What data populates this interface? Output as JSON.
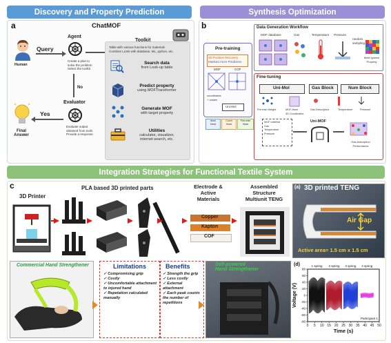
{
  "banners": {
    "a": "Discovery and Property Prediction",
    "b": "Synthesis Optimization",
    "c": "Integration Strategies for Functional Textile System"
  },
  "colors": {
    "blue_banner": "#5b9bd5",
    "purple_banner": "#9b8fd6",
    "green_banner": "#8cc27a",
    "accent_red": "#e01a1a"
  },
  "panel_a": {
    "letter": "a",
    "title": "ChatMOF",
    "agent": "Agent",
    "human": "Human",
    "query": "Query",
    "agent_notes": [
      "Create a plan to",
      "solve the problem",
      "Select the toolkit"
    ],
    "no": "No",
    "yes": "Yes",
    "evaluator": "Evaluator",
    "evaluator_notes": [
      "Evaluate output",
      "obtained from tools",
      "Provide a response"
    ],
    "final_answer": "Final\nAnswer",
    "toolkit": "Toolkit",
    "toolkit_notes": [
      "Table with various functions for materials",
      "Combine LLMs with database, ML, python, etc."
    ],
    "tools": [
      {
        "title": "Search data",
        "sub": "from Look-up table"
      },
      {
        "title": "Predict property",
        "sub": "using MOFTransformer"
      },
      {
        "title": "Generate MOF",
        "sub": "with target property"
      },
      {
        "title": "Utilities",
        "sub": "calculator, visualizer,\ninternet-search, etc."
      }
    ]
  },
  "panel_b": {
    "letter": "b",
    "data_gen": "Data Generation Workflow",
    "data_labels": [
      "MOF database",
      "Gas",
      "Temperature",
      "Pressure"
    ],
    "random_sampling": "random\nsampling",
    "multi_system": "Multi-system\nProperty",
    "pretraining": "Pre-training",
    "pretrain_items": [
      "3D Position Recovery",
      "Masked Atom Prediction"
    ],
    "mof": "MOF",
    "cof": "COF",
    "coordinates": "coordinates\n+ noises",
    "uni_mol_small": "Uni-Mol",
    "heads": [
      "Atom\nHead",
      "Coord\nHead",
      "Pair-wise\nHead"
    ],
    "finetuning": "Fine-tuning",
    "blocks": [
      "Uni-Mol",
      "Gas Block",
      "Num Block"
    ],
    "block_outputs": [
      "Pre-train Weight",
      "MOF Atom\n3D Coordinates",
      "Gas Descriptors",
      "Temperature",
      "Pressure"
    ],
    "mof_material": "MOF material\nGas\nTemperature\nPressure",
    "uni_mof": "Uni-MOF",
    "gas_perf": "Gas Adsorption\nPerformance"
  },
  "panel_c": {
    "letter": "c",
    "printer": "3D Printer",
    "pla": "PLA based 3D printed parts",
    "electrode": "Electrode &\nActive\nMaterials",
    "materials": [
      "Copper",
      "Kapton",
      "COF"
    ],
    "assembled": "Assembled\nStructure\nMultiunit TENG",
    "teng_tag": "(a)",
    "teng_title": "3D printed TENG",
    "air_gap": "Air Gap",
    "active_area": "Active area= 1.5 cm x 1.5 cm",
    "hand": "Commercial Hand Strengthener",
    "limitations_title": "Limitations",
    "limitations": [
      "Compromising grip",
      "Costly",
      "Uncomfortable attachment to injured hand",
      "Repetation calculated manually"
    ],
    "benefits_title": "Benefits",
    "benefits": [
      "Strength the grip",
      "Less costly",
      "External attachment",
      "Each peak counts the number of repetitions"
    ],
    "self_powered": "Self-powered\nHand Strengthener",
    "plot_tag": "(d)",
    "participant": "Participant 1"
  },
  "chart_data": {
    "type": "line",
    "xlabel": "Time (s)",
    "ylabel": "Voltage (V)",
    "xlim": [
      0,
      50
    ],
    "ylim": [
      -80,
      80
    ],
    "xticks": [
      0,
      5,
      10,
      15,
      20,
      25,
      30,
      35,
      40,
      45,
      50
    ],
    "yticks": [
      -80,
      -60,
      -40,
      -20,
      0,
      20,
      40,
      60,
      80
    ],
    "series": [
      {
        "name": "1 spring",
        "color": "#111111",
        "x_range": [
          1,
          12
        ],
        "amplitude": 55
      },
      {
        "name": "2 spring",
        "color": "#b01c2e",
        "x_range": [
          13,
          24
        ],
        "amplitude": 45
      },
      {
        "name": "3 spring",
        "color": "#1f3fd6",
        "x_range": [
          25,
          35
        ],
        "amplitude": 42
      },
      {
        "name": "4 spring",
        "color": "#e040e0",
        "x_range": [
          37,
          46
        ],
        "amplitude": 8
      }
    ]
  }
}
